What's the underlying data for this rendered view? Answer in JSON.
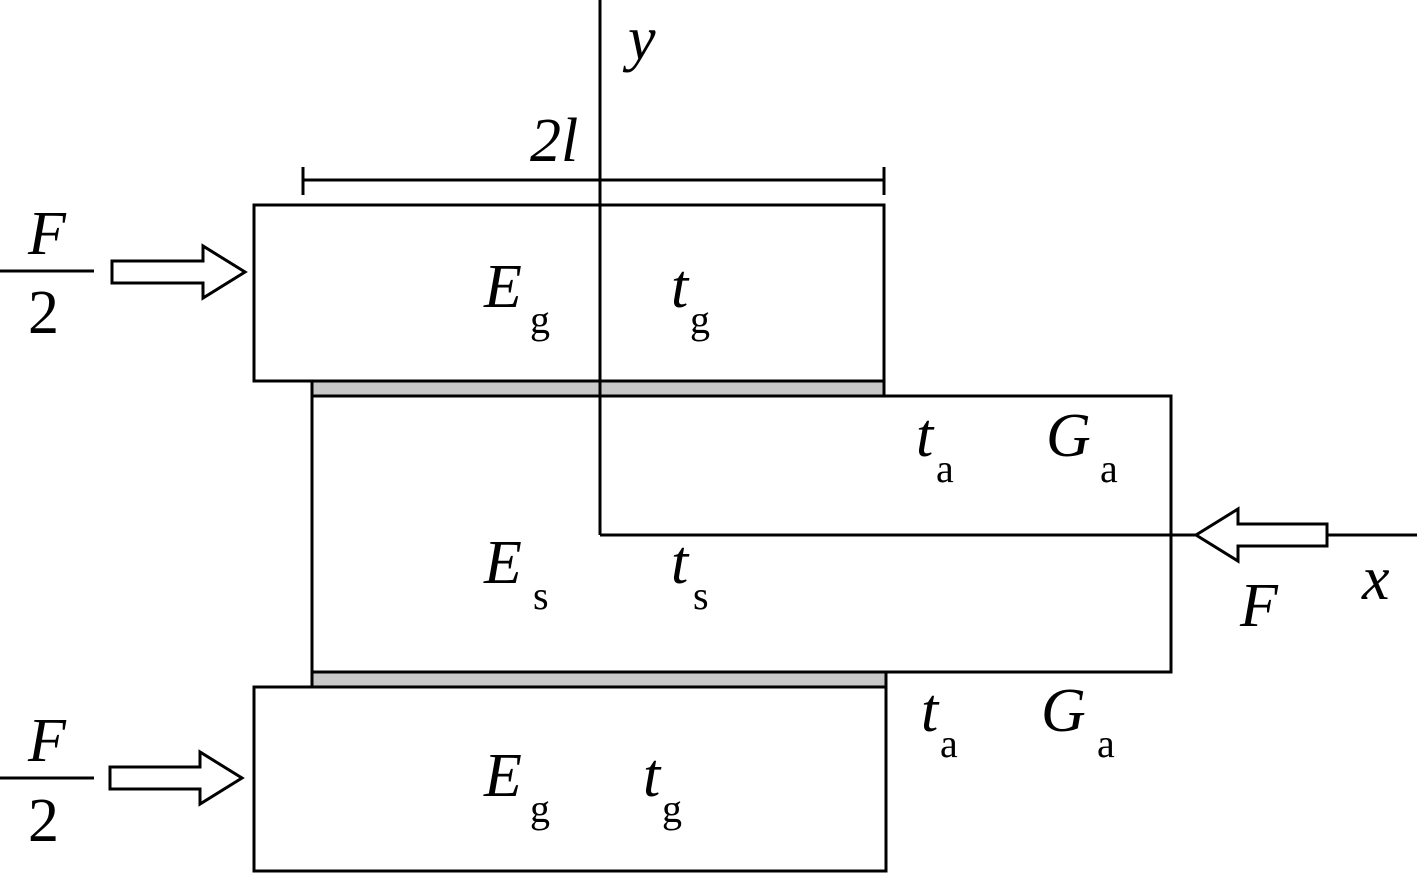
{
  "diagram": {
    "axes": {
      "y_label": "y",
      "x_label": "x"
    },
    "dimension": {
      "label": "2l"
    },
    "loads": {
      "top": {
        "numerator": "F",
        "denominator": "2"
      },
      "bottom": {
        "numerator": "F",
        "denominator": "2"
      },
      "right": {
        "label": "F"
      }
    },
    "top_plate": {
      "modulus": "E",
      "modulus_sub": "g",
      "thickness": "t",
      "thickness_sub": "g"
    },
    "middle_plate": {
      "modulus": "E",
      "modulus_sub": "s",
      "thickness": "t",
      "thickness_sub": "s"
    },
    "bottom_plate": {
      "modulus": "E",
      "modulus_sub": "g",
      "thickness": "t",
      "thickness_sub": "g"
    },
    "adhesive_upper": {
      "thickness": "t",
      "thickness_sub": "a",
      "shear_modulus": "G",
      "shear_modulus_sub": "a"
    },
    "adhesive_lower": {
      "thickness": "t",
      "thickness_sub": "a",
      "shear_modulus": "G",
      "shear_modulus_sub": "a"
    },
    "colors": {
      "line": "#000000",
      "adhesive": "#c8c8c8",
      "background": "#ffffff"
    }
  }
}
